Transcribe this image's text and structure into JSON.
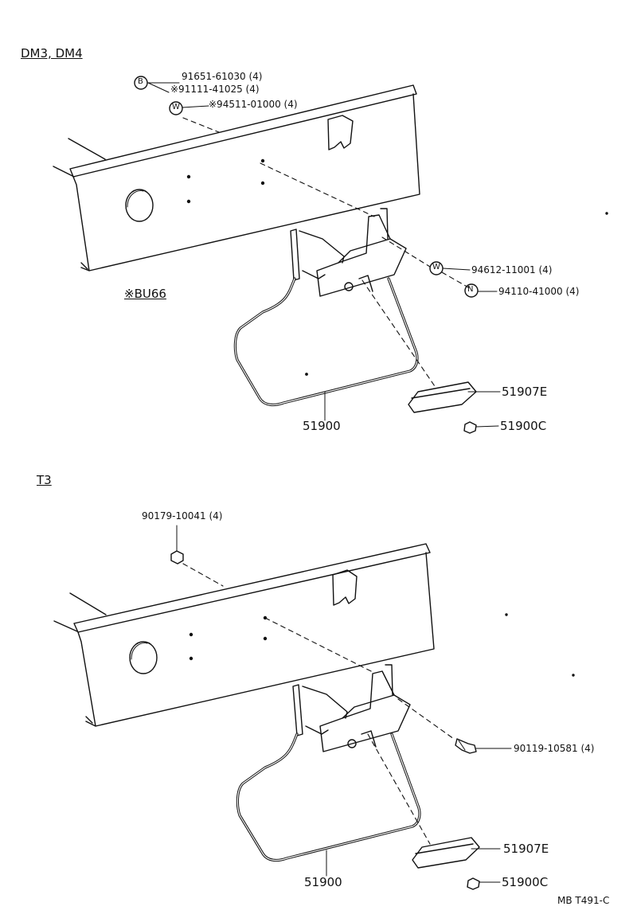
{
  "section1": {
    "model_label": "DM3, DM4",
    "note": "※BU66",
    "parts": {
      "bolt": "91651-61030 (4)",
      "bolt_alt": "※91111-41025 (4)",
      "washer_top": "※94511-01000 (4)",
      "washer_right": "94612-11001 (4)",
      "nut": "94110-41000 (4)",
      "bracket": "51907E",
      "nut_small": "51900C",
      "carrier": "51900"
    },
    "markers": {
      "bolt": "B",
      "washer": "W",
      "nut": "N"
    }
  },
  "section2": {
    "model_label": "T3",
    "parts": {
      "nut_top": "90179-10041 (4)",
      "bolt": "90119-10581 (4)",
      "bracket": "51907E",
      "nut_small": "51900C",
      "carrier": "51900"
    }
  },
  "figure_code": "MB T491-C",
  "colors": {
    "ink": "#111111",
    "paper": "#ffffff"
  }
}
